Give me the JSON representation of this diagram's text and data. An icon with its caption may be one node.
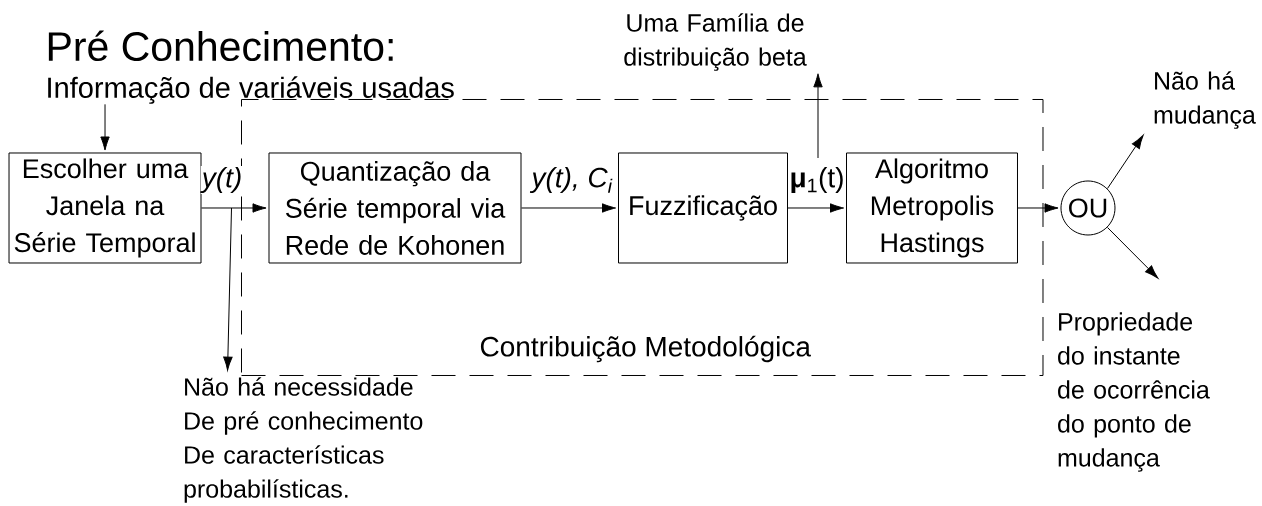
{
  "diagram": {
    "nodes": [
      {
        "text": [
          "Pré Conhecimento:",
          "Informação de variáveis usadas"
        ]
      },
      {
        "text": [
          "Escolher uma Janela na Série Temporal"
        ]
      },
      {
        "text": [
          "Contribuição Metodológica"
        ]
      },
      {
        "text": [
          "Quantização da Série temporal via Rede de Kohonen"
        ],
        "in": 2
      },
      {
        "text": [
          "Fuzzificação"
        ],
        "in": 2
      },
      {
        "text": [
          "Algoritmo Metropolis Hastings"
        ],
        "in": 2
      },
      {
        "text": [
          "OU"
        ]
      },
      {
        "text": [
          "Uma Família de distribuição beta"
        ]
      },
      {
        "text": [
          "Não há mudança"
        ]
      },
      {
        "text": [
          "Propriedade do instante de ocorrência do ponto de mudança"
        ]
      },
      {
        "text": [
          "Não há necessidade De pré conhecimento De características probabilísticas."
        ]
      }
    ],
    "edges": [
      {
        "from": 0,
        "to": 1,
        "arrow": "to"
      },
      {
        "from": 1,
        "to": 3,
        "arrow": "to",
        "label": "y(t)"
      },
      {
        "from": 1,
        "to": 10,
        "arrow": "to"
      },
      {
        "from": 3,
        "to": 4,
        "arrow": "to",
        "label": "y(t), C$_{i}$"
      },
      {
        "from": 4,
        "to": 5,
        "arrow": "to",
        "label": "**μ**$_{1}$(t)"
      },
      {
        "from": 4,
        "to": 7,
        "arrow": "to"
      },
      {
        "from": 5,
        "to": 6,
        "arrow": "to"
      },
      {
        "from": 6,
        "to": 8,
        "arrow": "to"
      },
      {
        "from": 6,
        "to": 9,
        "arrow": "to"
      }
    ]
  }
}
